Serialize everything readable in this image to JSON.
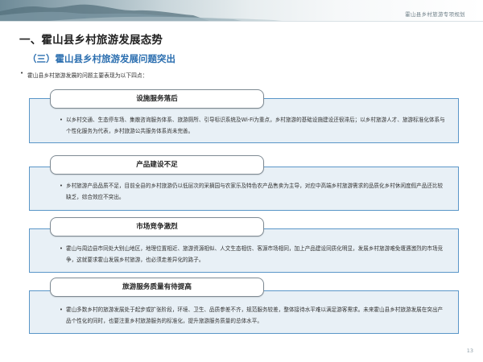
{
  "header": {
    "doc_title": "霍山县乡村旅游专项规划"
  },
  "section": {
    "title": "一、霍山县乡村旅游发展态势",
    "subtitle": "（三）霍山县乡村旅游发展问题突出",
    "intro": "霍山县乡村旅游发展的问题主要表现为以下四点："
  },
  "problems": [
    {
      "label": "设施服务落后",
      "text": "以乡村交通、生态停车场、集散咨询服务体系、旅游厕所、引导标识系统及Wi-Fi为重点，乡村旅游的基础设施建设还很滞后；以乡村旅游人才、旅游标准化体系与个性化服务为代表，乡村旅游公共服务体系尚未完善。"
    },
    {
      "label": "产品建设不足",
      "text": "乡村旅游产品品质不足，目前全县的乡村旅游仍以低层次的采摘园与农家乐及特色农产品售卖为主导，对应中高端乡村旅游需求的品质化乡村休闲度假产品还比较缺乏，综合效应不突出。"
    },
    {
      "label": "市场竞争激烈",
      "text": "霍山与周边县市同处大别山地区，地理位置相近、旅游资源相似、人文生态相仿、客源市场相同，加上产品建设同质化明显，发展乡村旅游难免遭遇激烈的市场竞争，这就要求霍山发展乡村旅游，也必须走差异化的路子。"
    },
    {
      "label": "旅游服务质量有待提高",
      "text": "霍山多数乡村的旅游发展处于起步或扩张阶段，环境、卫生、品质参差不齐，规范服务较差，整体接待水平难以满足游客需求。未来霍山县乡村旅游发展在突出产品个性化的同时，也要注重乡村旅游服务的标准化，提升旅游服务质量的总体水平。"
    }
  ],
  "page_number": "13",
  "colors": {
    "accent": "#2c6fb0",
    "box_fill": "#e8f0f6",
    "box_border": "#5a96c8"
  }
}
